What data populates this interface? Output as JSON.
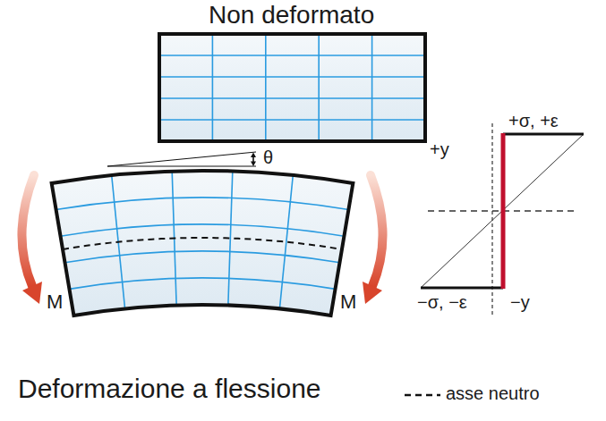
{
  "diagram": {
    "caption": "Deformazione a flessione",
    "labels": [
      "Non deformato",
      "θ",
      "M",
      "M",
      "+y",
      "+σ, +ε",
      "−σ, −ε",
      "−y"
    ],
    "legend": [
      {
        "text": "asse neutro"
      }
    ]
  }
}
